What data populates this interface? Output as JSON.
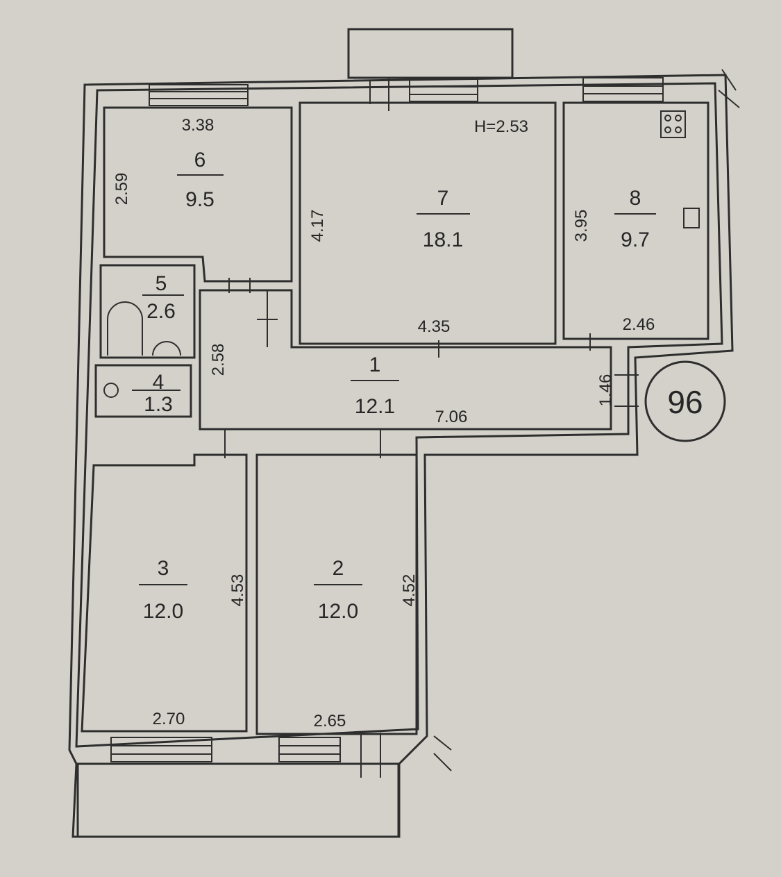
{
  "plan": {
    "ceiling_height": "H=2.53",
    "apartment_number": "96",
    "rooms": [
      {
        "number": "1",
        "area": "12.1",
        "dims": [
          "7.06",
          "1.46"
        ]
      },
      {
        "number": "2",
        "area": "12.0",
        "dims": [
          "2.65",
          "4.52"
        ]
      },
      {
        "number": "3",
        "area": "12.0",
        "dims": [
          "2.70",
          "4.53"
        ]
      },
      {
        "number": "4",
        "area": "1.3",
        "dims": []
      },
      {
        "number": "5",
        "area": "2.6",
        "dims": [
          "2.58"
        ]
      },
      {
        "number": "6",
        "area": "9.5",
        "dims": [
          "3.38",
          "2.59"
        ]
      },
      {
        "number": "7",
        "area": "18.1",
        "dims": [
          "4.35",
          "4.17"
        ]
      },
      {
        "number": "8",
        "area": "9.7",
        "dims": [
          "2.46",
          "3.95"
        ]
      }
    ]
  }
}
